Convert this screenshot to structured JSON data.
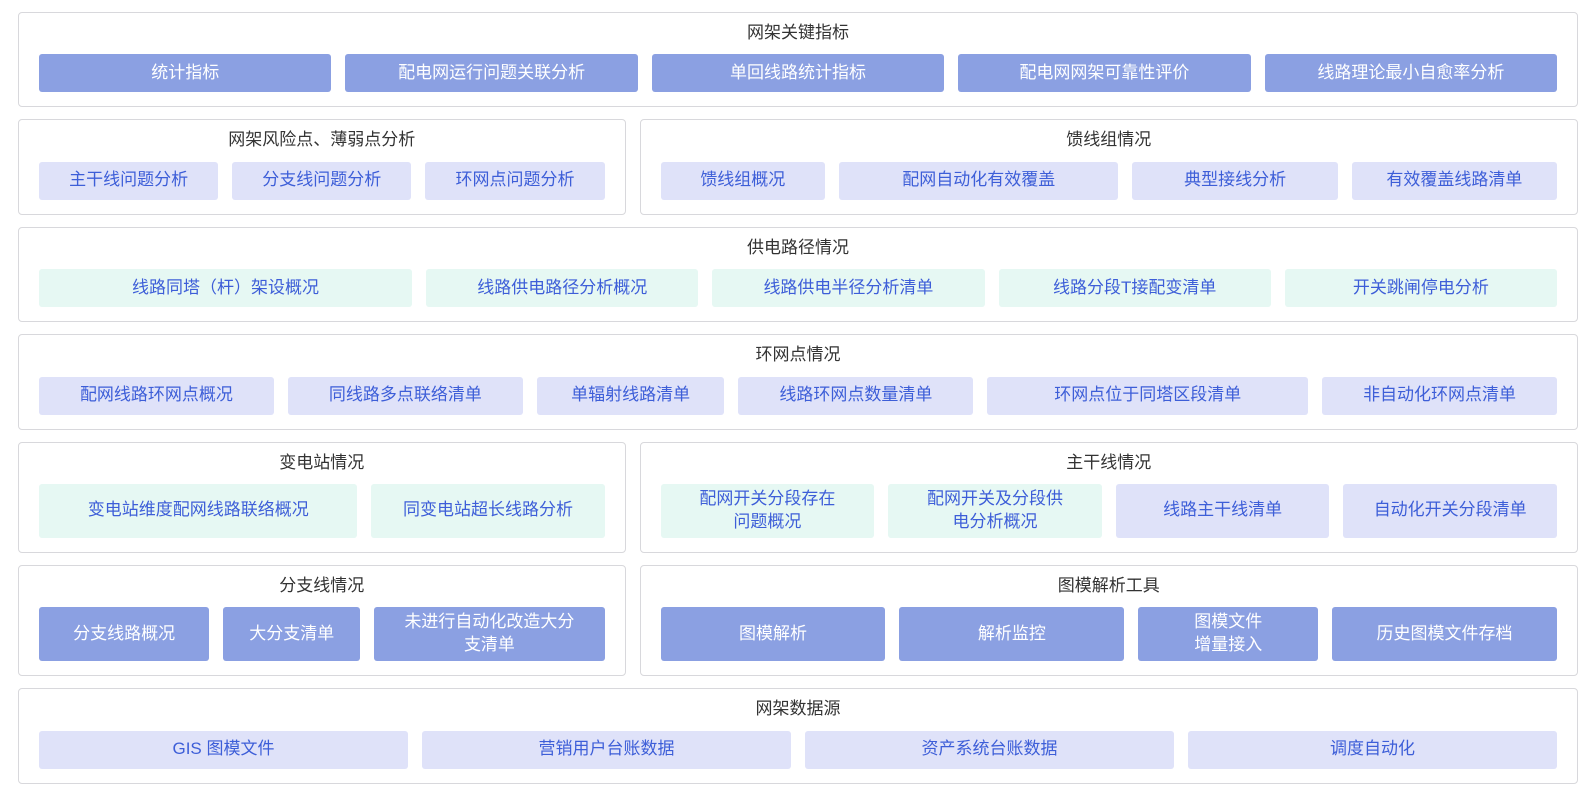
{
  "colors": {
    "solid-bg": "#8ba0e2",
    "solid-text": "#ffffff",
    "lavender-bg": "#dfe2f9",
    "mint-bg": "#e6f8f3",
    "tint-text": "#3d5ed8",
    "panel-border": "#d8d8dc",
    "title-text": "#333333",
    "page-bg": "#ffffff"
  },
  "panels": [
    {
      "title": "网架关键指标",
      "buttons": [
        "统计指标",
        "配电网运行问题关联分析",
        "单回线路统计指标",
        "配电网网架可靠性评价",
        "线路理论最小自愈率分析"
      ]
    },
    {
      "title": "网架风险点、薄弱点分析",
      "buttons": [
        "主干线问题分析",
        "分支线问题分析",
        "环网点问题分析"
      ]
    },
    {
      "title": "馈线组情况",
      "buttons": [
        "馈线组概况",
        "配网自动化有效覆盖",
        "典型接线分析",
        "有效覆盖线路清单"
      ]
    },
    {
      "title": "供电路径情况",
      "buttons": [
        "线路同塔（杆）架设概况",
        "线路供电路径分析概况",
        "线路供电半径分析清单",
        "线路分段T接配变清单",
        "开关跳闸停电分析"
      ]
    },
    {
      "title": "环网点情况",
      "buttons": [
        "配网线路环网点概况",
        "同线路多点联络清单",
        "单辐射线路清单",
        "线路环网点数量清单",
        "环网点位于同塔区段清单",
        "非自动化环网点清单"
      ]
    },
    {
      "title": "变电站情况",
      "buttons": [
        "变电站维度配网线路联络概况",
        "同变电站超长线路分析"
      ]
    },
    {
      "title": "主干线情况",
      "buttons": [
        "配网开关分段存在\n问题概况",
        "配网开关及分段供\n电分析概况",
        "线路主干线清单",
        "自动化开关分段清单"
      ]
    },
    {
      "title": "分支线情况",
      "buttons": [
        "分支线路概况",
        "大分支清单",
        "未进行自动化改造大分\n支清单"
      ]
    },
    {
      "title": "图模解析工具",
      "buttons": [
        "图模解析",
        "解析监控",
        "图模文件\n增量接入",
        "历史图模文件存档"
      ]
    },
    {
      "title": "网架数据源",
      "buttons": [
        "GIS 图模文件",
        "营销用户台账数据",
        "资产系统台账数据",
        "调度自动化"
      ]
    }
  ]
}
